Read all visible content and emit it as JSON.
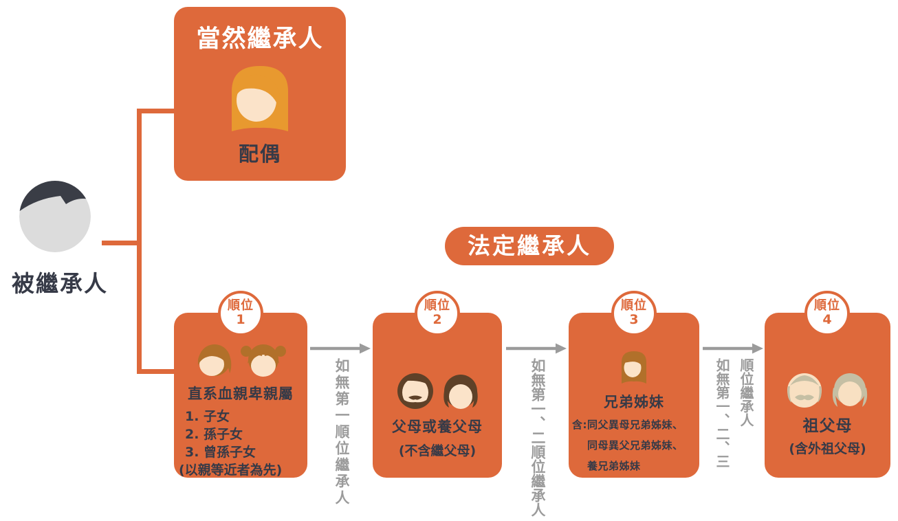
{
  "colors": {
    "orange": "#DE693B",
    "navy": "#363A47",
    "grey": "#9B9B9B",
    "white": "#FFFFFF",
    "skin": "#FBE3C9",
    "elder_skin": "#F8E0C2",
    "face_grey": "#DCDCDC",
    "dark_hair": "#3A3D46",
    "spouse_hair": "#E8992F",
    "brown_hair": "#B1702A",
    "darkbrown_hair": "#5E4128",
    "grey_hair": "#C5BFA4"
  },
  "decedent": {
    "label": "被繼承人"
  },
  "natural_heir": {
    "title": "當然繼承人",
    "label": "配偶"
  },
  "legal_heir": {
    "title": "法定繼承人"
  },
  "boxes": [
    {
      "badge": "順位",
      "rank": "1",
      "title": "直系血親卑親屬",
      "items": [
        "1. 子女",
        "2. 孫子女",
        "3. 曾孫子女"
      ],
      "footnote": "(以親等近者為先)"
    },
    {
      "badge": "順位",
      "rank": "2",
      "title": "父母或養父母",
      "subtitle": "(不含繼父母)"
    },
    {
      "badge": "順位",
      "rank": "3",
      "title": "兄弟姊妹",
      "note_prefix": "含:",
      "notes": [
        "同父異母兄弟姊妹、",
        "同母異父兄弟姊妹、",
        "養兄弟姊妹"
      ]
    },
    {
      "badge": "順位",
      "rank": "4",
      "title": "祖父母",
      "subtitle": "(含外祖父母)"
    }
  ],
  "transitions": [
    "如無第一順位繼承人",
    "如無第一、二順位繼承人",
    "如無第一、二、三順位繼承人"
  ],
  "icons": {
    "decedent": "person-icon",
    "spouse": "woman-icon",
    "box1": [
      "boy-icon",
      "girl-icon"
    ],
    "box2": [
      "father-icon",
      "mother-icon"
    ],
    "box3": [
      "sister-icon"
    ],
    "box4": [
      "grandfather-icon",
      "grandmother-icon"
    ],
    "between_boxes": "arrow-right-icon"
  }
}
